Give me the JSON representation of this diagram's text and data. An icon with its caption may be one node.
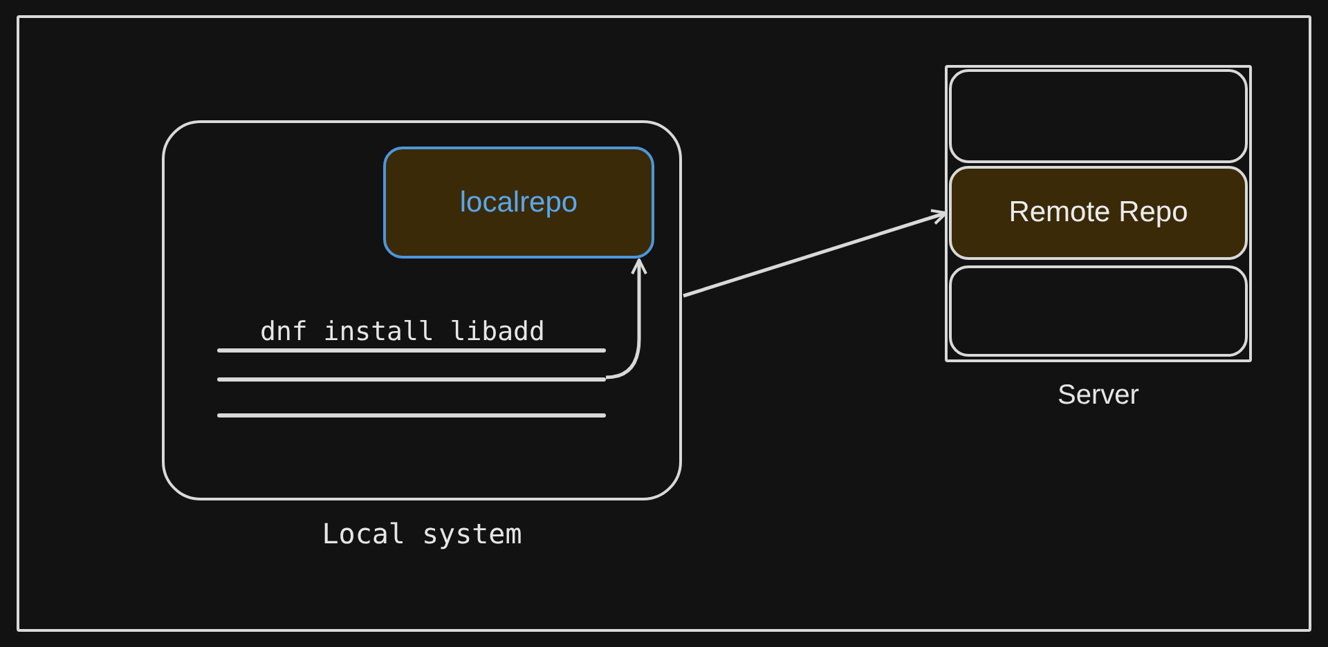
{
  "diagram": {
    "nodes": [
      {
        "text": [
          "Local system"
        ]
      },
      {
        "text": [
          "localrepo"
        ],
        "in": 0
      },
      {
        "text": [
          "dnf install libadd"
        ],
        "in": 0
      },
      {
        "text": [
          "Server"
        ]
      },
      {
        "text": [],
        "shape": "box",
        "in": 3
      },
      {
        "text": [
          "Remote Repo"
        ],
        "in": 3
      },
      {
        "text": [],
        "shape": "box",
        "in": 3
      }
    ],
    "edges": [
      {
        "from": 2,
        "to": 1,
        "arrow": "to"
      },
      {
        "from": 0,
        "to": 5,
        "arrow": "to"
      }
    ]
  }
}
